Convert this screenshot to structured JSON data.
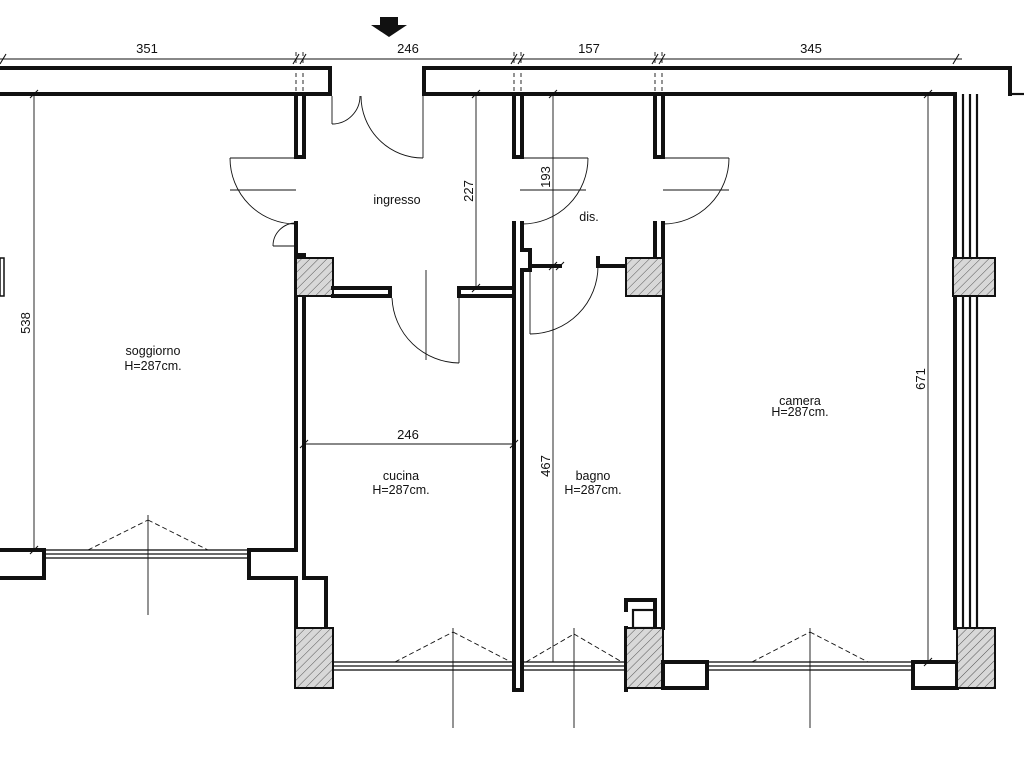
{
  "dimensions": {
    "top": [
      "351",
      "246",
      "157",
      "345"
    ],
    "ingresso_height": "227",
    "dis_height": "193",
    "soggiorno_height": "538",
    "cucina_width": "246",
    "bagno_height": "467",
    "camera_height": "671"
  },
  "rooms": {
    "soggiorno": {
      "name": "soggiorno",
      "height": "H=287cm."
    },
    "ingresso": {
      "name": "ingresso"
    },
    "dis": {
      "name": "dis."
    },
    "cucina": {
      "name": "cucina",
      "height": "H=287cm."
    },
    "bagno": {
      "name": "bagno",
      "height": "H=287cm."
    },
    "camera": {
      "name": "camera",
      "height": "H=287cm."
    }
  },
  "icons": {
    "entrance": "arrow-down-icon"
  }
}
